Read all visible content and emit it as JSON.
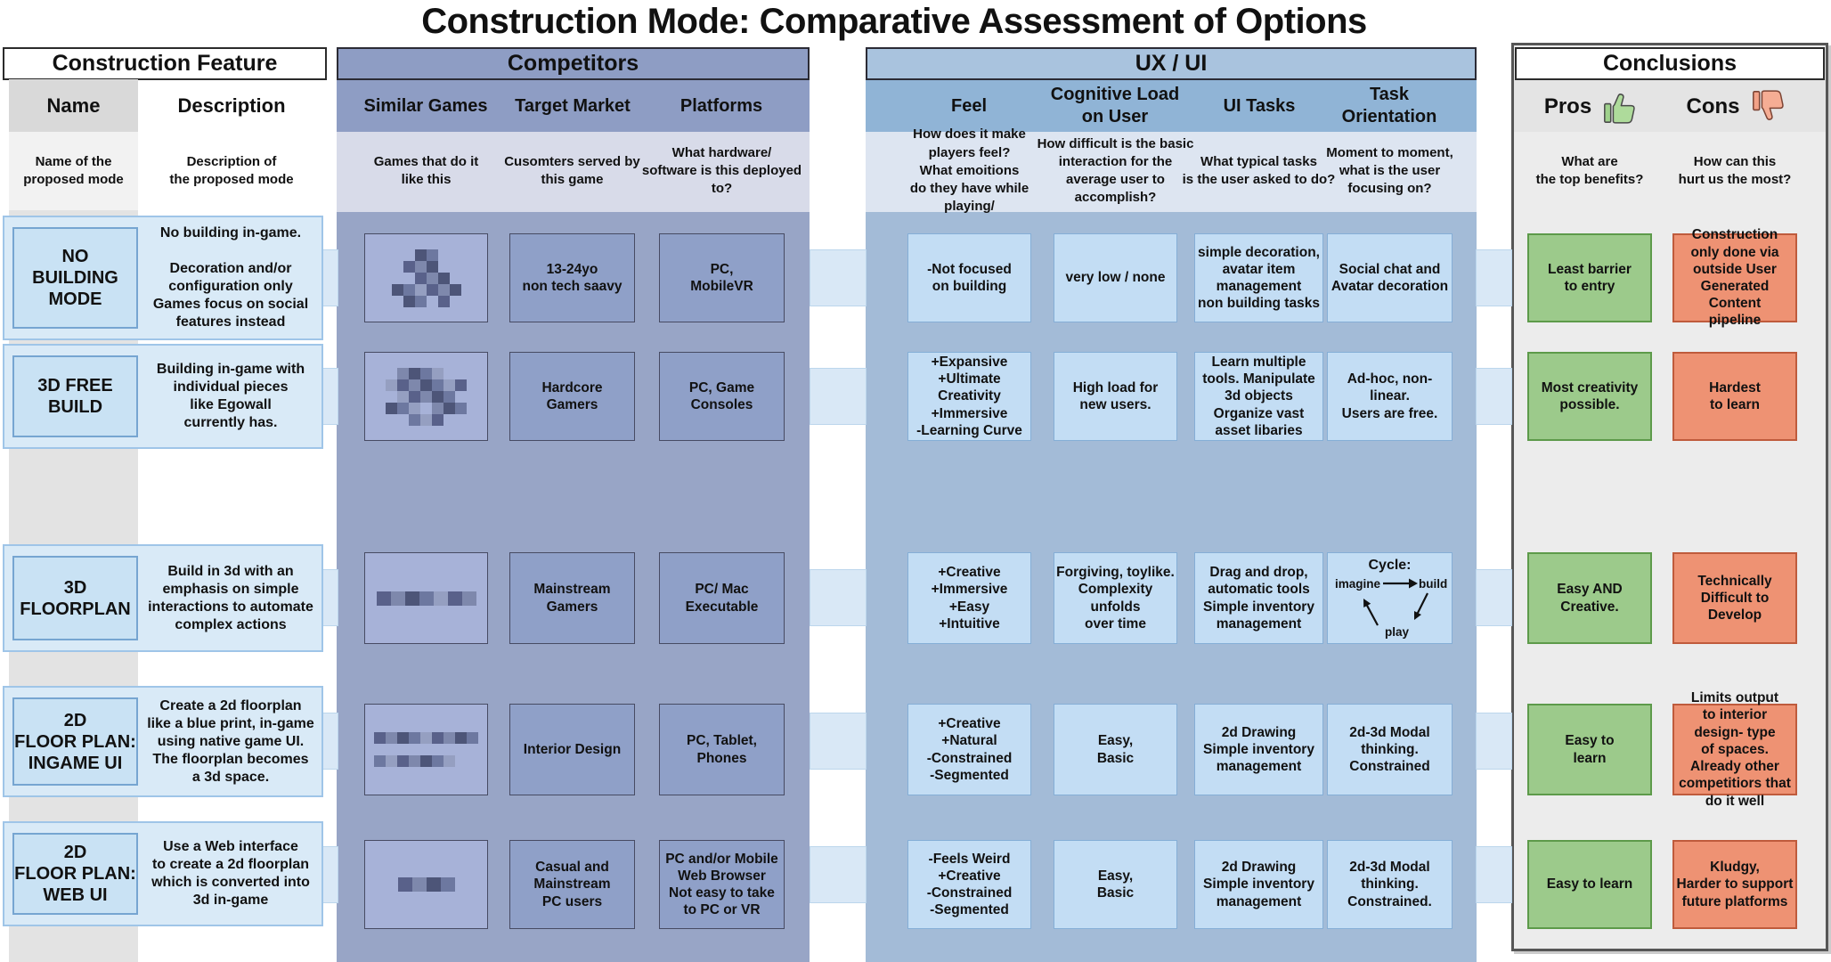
{
  "title": "Construction Mode: Comparative Assessment of Options",
  "colors": {
    "feature_row_bg": "#d9eaf7",
    "feature_name_bg": "#c9e2f4",
    "competitors_panel": "#98a5c6",
    "competitors_header": "#8e9dc4",
    "competitors_subband": "#d8dbe9",
    "competitor_cell": "#8fa0c8",
    "ux_panel": "#a3bbd7",
    "ux_header": "#90b4d6",
    "ux_cell": "#c3ddf4",
    "conclusions_panel": "#ececec",
    "pros_green": "#9cca8b",
    "cons_red": "#ee9273",
    "connector_blue": "#d9e8f6"
  },
  "sections": {
    "feature": {
      "header": "Construction Feature",
      "columns": [
        {
          "label": "Name",
          "sub": "Name of the\nproposed mode"
        },
        {
          "label": "Description",
          "sub": "Description of\nthe proposed mode"
        }
      ]
    },
    "competitors": {
      "header": "Competitors",
      "columns": [
        {
          "label": "Similar Games",
          "sub": "Games that do it\nlike this"
        },
        {
          "label": "Target Market",
          "sub": "Cusomters served by\nthis game"
        },
        {
          "label": "Platforms",
          "sub": "What hardware/\nsoftware is this deployed\nto?"
        }
      ]
    },
    "ux": {
      "header": "UX / UI",
      "columns": [
        {
          "label": "Feel",
          "sub": "How does it make\nplayers feel?\nWhat emoitions\ndo they have while playing/"
        },
        {
          "label": "Cognitive Load\non User",
          "sub": "How difficult is the basic\ninteraction for the\naverage user to\naccomplish?"
        },
        {
          "label": "UI Tasks",
          "sub": "What typical tasks\nis the user asked to do?"
        },
        {
          "label": "Task\nOrientation",
          "sub": "Moment to moment,\nwhat is the user\nfocusing on?"
        }
      ]
    },
    "conclusions": {
      "header": "Conclusions",
      "columns": [
        {
          "label": "Pros",
          "icon": "thumbs-up-icon",
          "sub": "What are\nthe top benefits?"
        },
        {
          "label": "Cons",
          "icon": "thumbs-down-icon",
          "sub": "How can this\nhurt us the most?"
        }
      ]
    }
  },
  "rows": [
    {
      "name": "NO\nBUILDING\nMODE",
      "description": "No building in-game.\n\nDecoration and/or\nconfiguration only\nGames focus on social\nfeatures instead",
      "logo": [
        "..##..",
        ".###..",
        "..###.",
        "######",
        ".##.#."
      ],
      "target_market": "13-24yo\nnon tech saavy",
      "platforms": "PC,\nMobileVR",
      "feel": "-Not focused\non building",
      "cognitive_load": "very low / none",
      "ui_tasks": "simple decoration,\navatar item\nmanagement\nnon building tasks",
      "task_orientation": "Social chat and\nAvatar decoration",
      "pros": "Least barrier\nto entry",
      "cons": "Construction\nonly done via\noutside User\nGenerated Content\npipeline"
    },
    {
      "name": "3D FREE\nBUILD",
      "description": "Building in-game with\nindividual pieces\nlike Egowall\ncurrently has.",
      "logo": [
        ".####..",
        "#######",
        ".#####.",
        "###.###",
        "..###.."
      ],
      "target_market": "Hardcore\nGamers",
      "platforms": "PC, Game\nConsoles",
      "feel": "+Expansive\n+Ultimate Creativity\n+Immersive\n-Learning Curve",
      "cognitive_load": "High load for\nnew users.",
      "ui_tasks": "Learn multiple\ntools. Manipulate\n3d objects\nOrganize vast\nasset libaries",
      "task_orientation": "Ad-hoc, non-\nlinear.\nUsers are free.",
      "pros": "Most creativity\npossible.",
      "cons": "Hardest\nto learn"
    },
    {
      "name": "3D\nFLOORPLAN",
      "description": "Build in 3d with an\nemphasis on simple\ninteractions to automate\ncomplex actions",
      "logo": [
        "#######"
      ],
      "target_market": "Mainstream\nGamers",
      "platforms": "PC/ Mac\nExecutable",
      "feel": "+Creative\n+Immersive\n+Easy\n+Intuitive",
      "cognitive_load": "Forgiving, toylike.\nComplexity unfolds\nover time",
      "ui_tasks": "Drag and drop,\nautomatic tools\nSimple inventory\nmanagement",
      "task_orientation_cycle": {
        "title": "Cycle:",
        "nodes": [
          "imagine",
          "build",
          "play"
        ]
      },
      "pros": "Easy AND\nCreative.",
      "cons": "Technically\nDifficult to\nDevelop"
    },
    {
      "name": "2D\nFLOOR PLAN:\nINGAME UI",
      "description": "Create a 2d floorplan\nlike a blue print, in-game\nusing native game UI.\nThe floorplan becomes\na 3d space.",
      "logo": [
        "#########",
        "",
        "#######.."
      ],
      "target_market": "Interior Design",
      "platforms": "PC, Tablet,\nPhones",
      "feel": "+Creative\n+Natural\n-Constrained\n-Segmented",
      "cognitive_load": "Easy,\nBasic",
      "ui_tasks": "2d Drawing\nSimple inventory\nmanagement",
      "task_orientation": "2d-3d Modal\nthinking.\nConstrained",
      "pros": "Easy to\nlearn",
      "cons": "Limits output\nto interior\ndesign- type\nof spaces.\nAlready other\ncompetitiors that\ndo it well"
    },
    {
      "name": "2D\nFLOOR PLAN:\nWEB UI",
      "description": "Use a Web interface\nto create a 2d floorplan\nwhich is converted into\n3d in-game",
      "logo": [
        "####"
      ],
      "target_market": "Casual and\nMainstream\nPC users",
      "platforms": "PC and/or Mobile\nWeb Browser\nNot easy to take\nto PC or VR",
      "feel": "-Feels Weird\n+Creative\n-Constrained\n-Segmented",
      "cognitive_load": "Easy,\nBasic",
      "ui_tasks": "2d Drawing\nSimple inventory\nmanagement",
      "task_orientation": "2d-3d Modal\nthinking.\nConstrained.",
      "pros": "Easy to learn",
      "cons": "Kludgy,\nHarder to support\nfuture platforms"
    }
  ]
}
